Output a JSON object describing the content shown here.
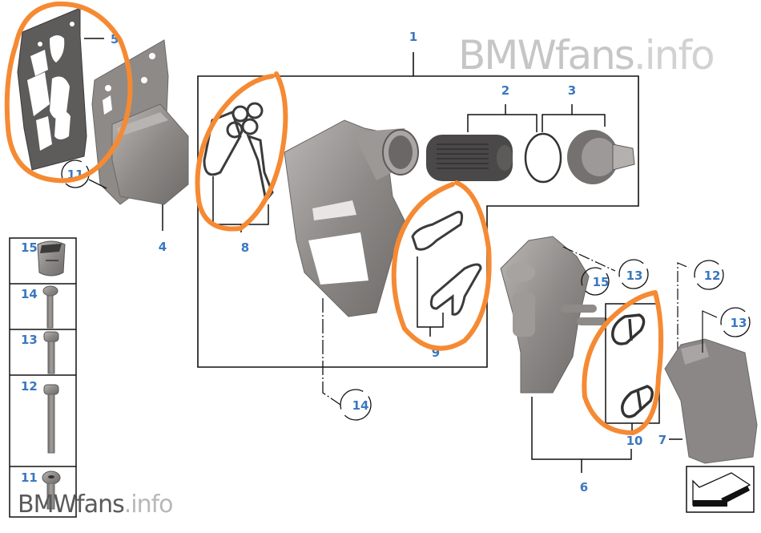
{
  "diagram": {
    "title": "Oil filter housing / oil cooler parts diagram",
    "watermark_top": {
      "brand": "BMWfans",
      "tld": ".info"
    },
    "watermark_bottom": {
      "brand": "BMWfans",
      "tld": ".info"
    },
    "callouts": {
      "n1": "1",
      "n2": "2",
      "n3": "3",
      "n4": "4",
      "n5": "5",
      "n6": "6",
      "n7": "7",
      "n8": "8",
      "n9": "9",
      "n10": "10",
      "c11": "11",
      "c12": "12",
      "c13a": "13",
      "c13b": "13",
      "c14": "14",
      "c15": "15"
    },
    "fastener_panel": [
      {
        "number": "15",
        "part": "bolt-cap"
      },
      {
        "number": "14",
        "part": "hex-bolt"
      },
      {
        "number": "13",
        "part": "hex-bolt-short"
      },
      {
        "number": "12",
        "part": "hex-bolt-long"
      },
      {
        "number": "11",
        "part": "flange-screw"
      }
    ],
    "parts": [
      {
        "number": "1",
        "name": "oil filter housing assembly"
      },
      {
        "number": "2",
        "name": "oil filter element"
      },
      {
        "number": "3",
        "name": "oil filter cap"
      },
      {
        "number": "4",
        "name": "oil cooler"
      },
      {
        "number": "5",
        "name": "gasket"
      },
      {
        "number": "6",
        "name": "oil filter housing"
      },
      {
        "number": "7",
        "name": "oil cooler"
      },
      {
        "number": "8",
        "name": "gasket set"
      },
      {
        "number": "9",
        "name": "gasket set"
      },
      {
        "number": "10",
        "name": "gasket set"
      }
    ],
    "annotation_color": "#f58a33",
    "label_color": "#3a78bf",
    "nav_icon": "arrow-down-left-icon"
  }
}
